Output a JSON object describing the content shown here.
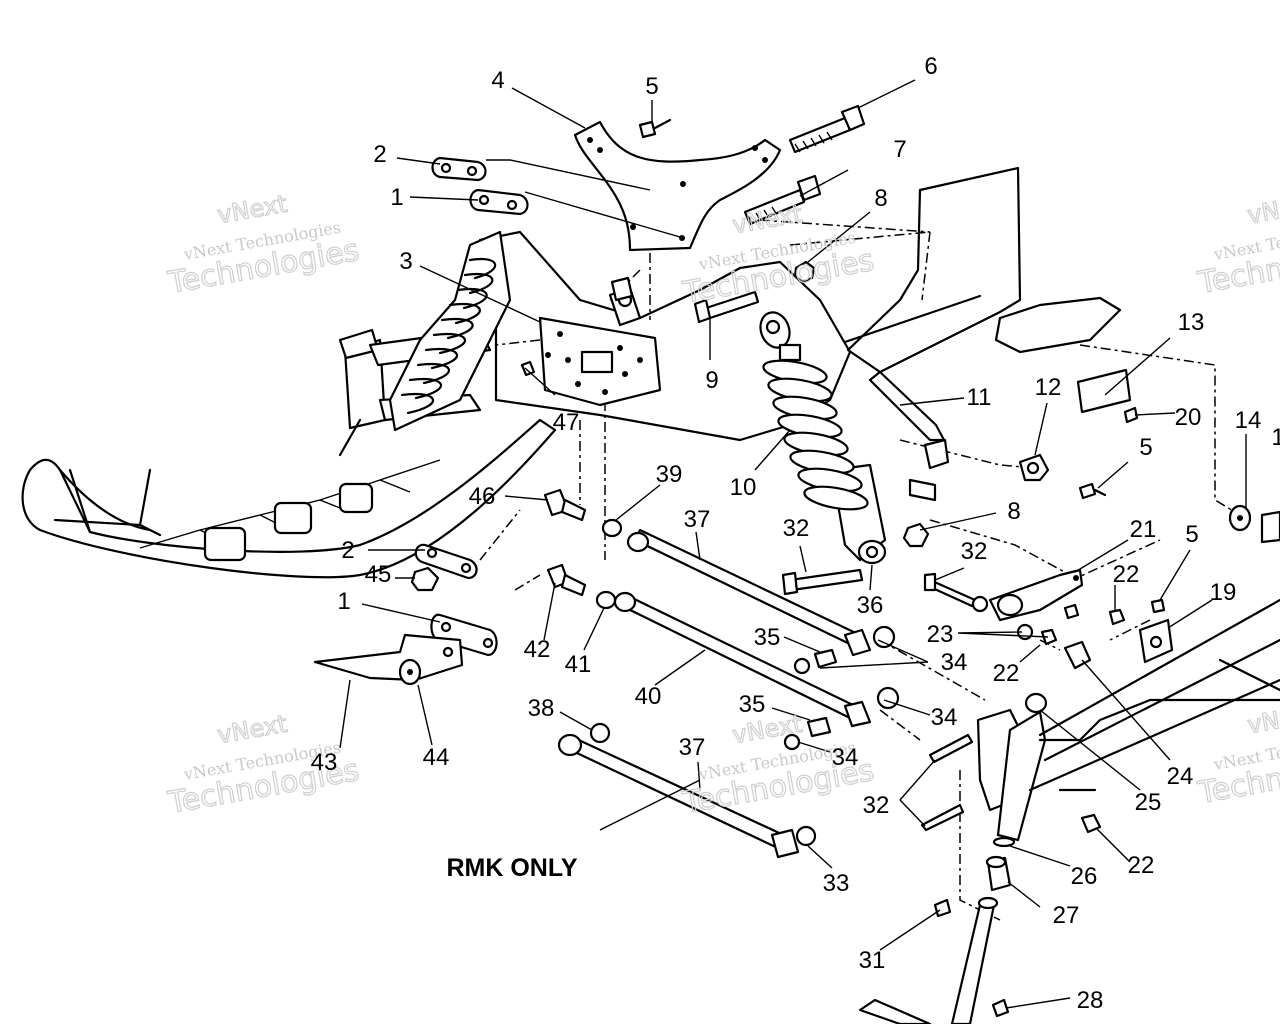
{
  "diagram": {
    "labels": [
      {
        "id": "l4",
        "text": "4"
      },
      {
        "id": "l5a",
        "text": "5"
      },
      {
        "id": "l6",
        "text": "6"
      },
      {
        "id": "l2a",
        "text": "2"
      },
      {
        "id": "l7",
        "text": "7"
      },
      {
        "id": "l1a",
        "text": "1"
      },
      {
        "id": "l8a",
        "text": "8"
      },
      {
        "id": "l3",
        "text": "3"
      },
      {
        "id": "l9",
        "text": "9"
      },
      {
        "id": "l11",
        "text": "11"
      },
      {
        "id": "l12",
        "text": "12"
      },
      {
        "id": "l13",
        "text": "13"
      },
      {
        "id": "l20",
        "text": "20"
      },
      {
        "id": "l14",
        "text": "14"
      },
      {
        "id": "l1b",
        "text": "1"
      },
      {
        "id": "l47",
        "text": "47"
      },
      {
        "id": "l5b",
        "text": "5"
      },
      {
        "id": "l10",
        "text": "10"
      },
      {
        "id": "l46",
        "text": "46"
      },
      {
        "id": "l39",
        "text": "39"
      },
      {
        "id": "l37a",
        "text": "37"
      },
      {
        "id": "l8b",
        "text": "8"
      },
      {
        "id": "l32a",
        "text": "32"
      },
      {
        "id": "l21",
        "text": "21"
      },
      {
        "id": "l5c",
        "text": "5"
      },
      {
        "id": "l2b",
        "text": "2"
      },
      {
        "id": "l32b",
        "text": "32"
      },
      {
        "id": "l22a",
        "text": "22"
      },
      {
        "id": "l19",
        "text": "19"
      },
      {
        "id": "l45",
        "text": "45"
      },
      {
        "id": "l36",
        "text": "36"
      },
      {
        "id": "l1c",
        "text": "1"
      },
      {
        "id": "l23",
        "text": "23"
      },
      {
        "id": "l35a",
        "text": "35"
      },
      {
        "id": "l42",
        "text": "42"
      },
      {
        "id": "l41",
        "text": "41"
      },
      {
        "id": "l34a",
        "text": "34"
      },
      {
        "id": "l22b",
        "text": "22"
      },
      {
        "id": "l40",
        "text": "40"
      },
      {
        "id": "l38",
        "text": "38"
      },
      {
        "id": "l35b",
        "text": "35"
      },
      {
        "id": "l34b",
        "text": "34"
      },
      {
        "id": "l24",
        "text": "24"
      },
      {
        "id": "l37b",
        "text": "37"
      },
      {
        "id": "l34c",
        "text": "34"
      },
      {
        "id": "l43",
        "text": "43"
      },
      {
        "id": "l44",
        "text": "44"
      },
      {
        "id": "l25",
        "text": "25"
      },
      {
        "id": "l32c",
        "text": "32"
      },
      {
        "id": "l26",
        "text": "26"
      },
      {
        "id": "l22c",
        "text": "22"
      },
      {
        "id": "l33",
        "text": "33"
      },
      {
        "id": "l27",
        "text": "27"
      },
      {
        "id": "l31",
        "text": "31"
      },
      {
        "id": "l28",
        "text": "28"
      }
    ],
    "note": "RMK ONLY",
    "watermark": {
      "line1": "vNext Technologies",
      "line2": "Technologies",
      "line3": "vNext"
    }
  }
}
